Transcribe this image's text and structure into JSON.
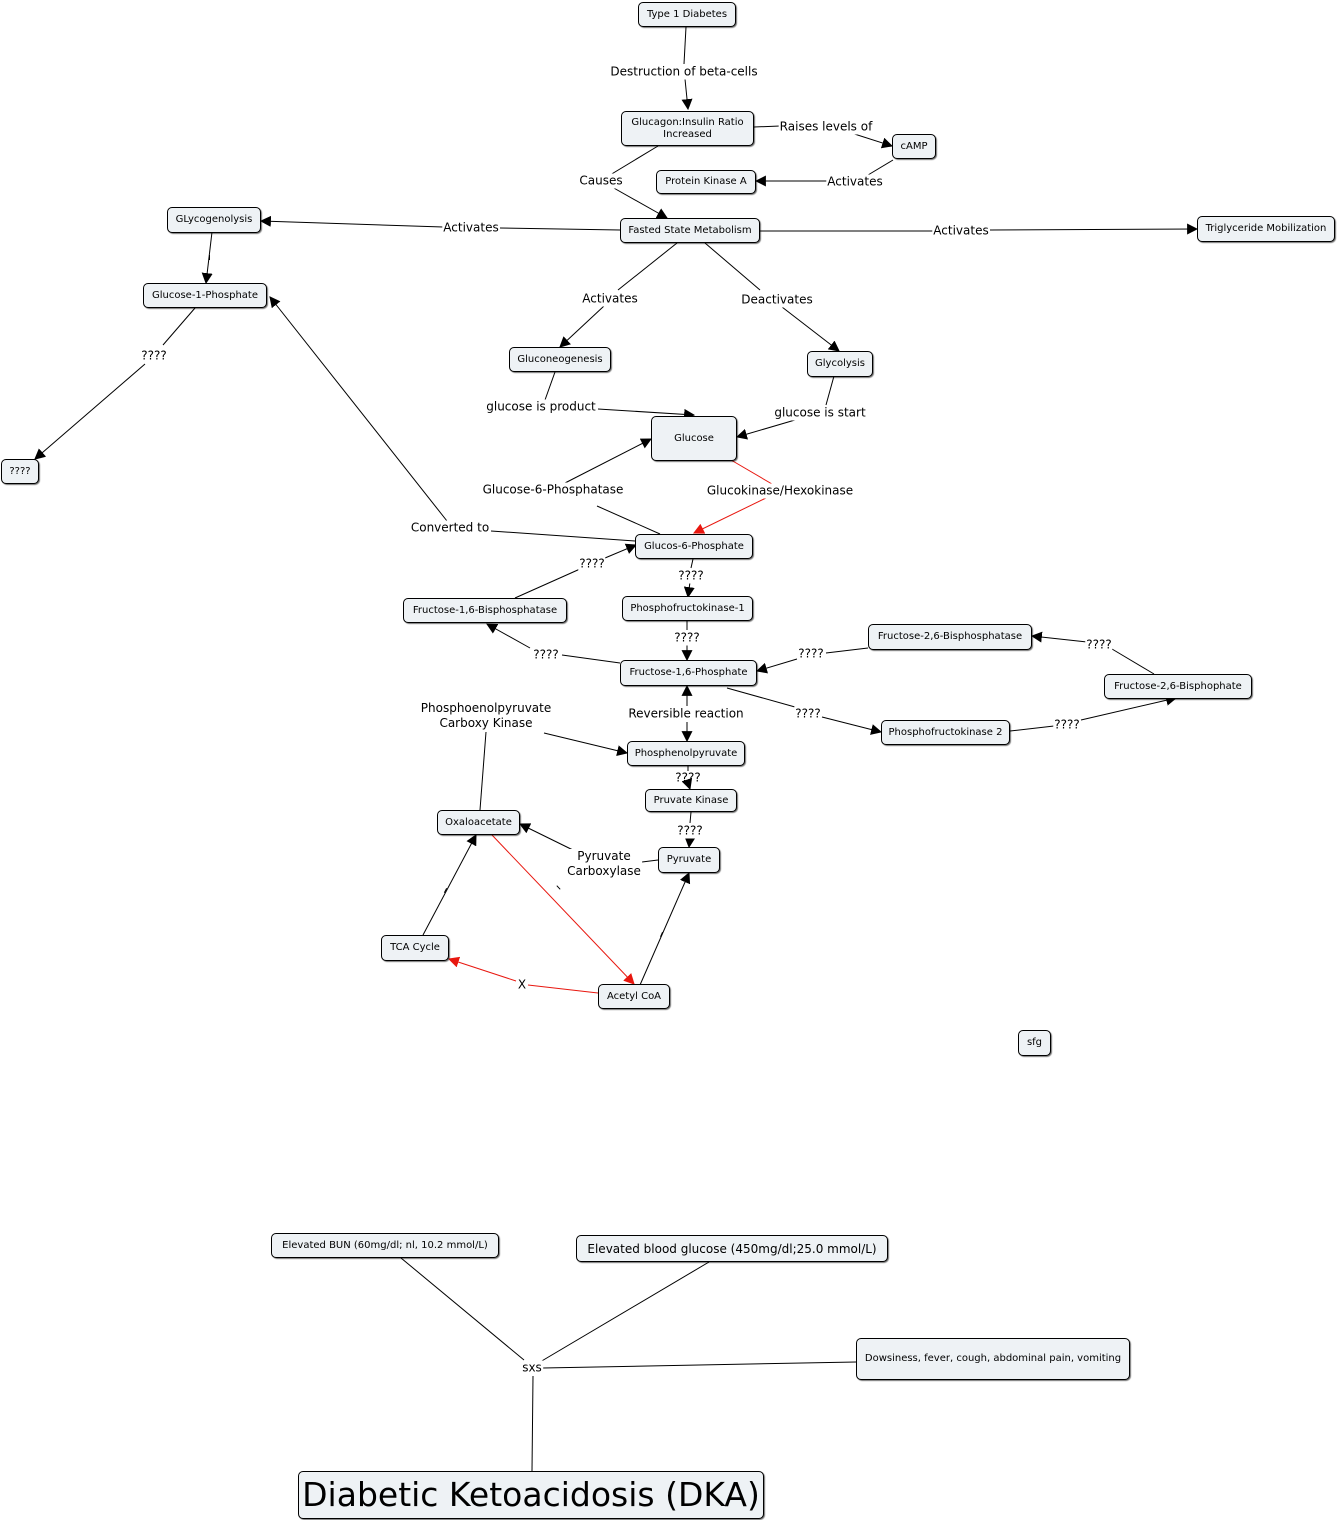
{
  "nodes": {
    "type1": "Type 1 Diabetes",
    "ratio": "Glucagon:Insulin Ratio\nIncreased",
    "camp": "cAMP",
    "pka": "Protein Kinase A",
    "fasted": "Fasted State Metabolism",
    "glycogenolysis": "GLycogenolysis",
    "triglyceride": "Triglyceride Mobilization",
    "g1p": "Glucose-1-Phosphate",
    "unknown": "????",
    "gluconeogenesis": "Gluconeogenesis",
    "glycolysis": "Glycolysis",
    "glucose": "Glucose",
    "g6p": "Glucos-6-Phosphate",
    "f16bpase": "Fructose-1,6-Bisphosphatase",
    "pfk1": "Phosphofructokinase-1",
    "f16p": "Fructose-1,6-Phosphate",
    "f26bpase": "Fructose-2,6-Bisphosphatase",
    "f26bp": "Fructose-2,6-Bisphophate",
    "pfk2": "Phosphofructokinase 2",
    "pep": "Phosphenolpyruvate",
    "pk": "Pruvate Kinase",
    "oaa": "Oxaloacetate",
    "pyruvate": "Pyruvate",
    "tca": "TCA Cycle",
    "acetylcoa": "Acetyl CoA",
    "sfg": "sfg",
    "bun": "Elevated BUN (60mg/dl; nl, 10.2 mmol/L)",
    "bg": "Elevated blood glucose (450mg/dl;25.0 mmol/L)",
    "symptoms": "Dowsiness, fever, cough, abdominal pain, vomiting",
    "dka": "Diabetic Ketoacidosis (DKA)"
  },
  "labels": {
    "destruction": "Destruction of beta-cells",
    "raises": "Raises levels of",
    "activates_pka": "Activates",
    "causes": "Causes",
    "activates_glycogenolysis": "Activates",
    "activates_triglyceride": "Activates",
    "activates_gluconeo": "Activates",
    "deactivates": "Deactivates",
    "qmarks_g1p": "????",
    "glucose_product": "glucose is product",
    "glucose_start": "glucose is start",
    "g6phosphatase": "Glucose-6-Phosphatase",
    "glucokinase": "Glucokinase/Hexokinase",
    "converted": "Converted to",
    "qmarks_f16bpase_g6p": "????",
    "qmarks_g6p_pfk1": "????",
    "qmarks_pfk1_f16p": "????",
    "qmarks_f16p_f16bpase": "????",
    "qmarks_f26bpase_f16p": "????",
    "qmarks_f26bp_f26bpase": "????",
    "qmarks_f16p_pfk2": "????",
    "qmarks_pfk2_f26bp": "????",
    "reversible": "Reversible reaction",
    "pepck": "Phosphoenolpyruvate\nCarboxy Kinase",
    "qmarks_pep_pk": "????",
    "qmarks_pk_pyruvate": "????",
    "pyruvate_carboxylase": "Pyruvate\nCarboxylase",
    "x": "X",
    "sxs": "sxs"
  },
  "colors": {
    "inhibitory_link": "#e8170f",
    "link": "#000000",
    "node_fill": "#eef2f5"
  }
}
